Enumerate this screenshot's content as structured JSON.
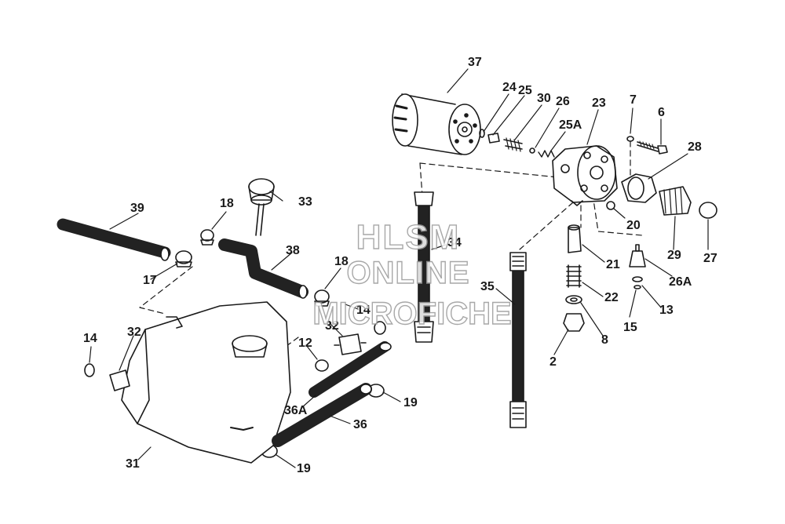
{
  "watermark": {
    "line1": "HLSM",
    "line2": "ONLINE",
    "line3": "MICROFICHE"
  },
  "labels": {
    "p37": "37",
    "p24": "24",
    "p25": "25",
    "p30": "30",
    "p26": "26",
    "p25a": "25A",
    "p23": "23",
    "p7": "7",
    "p6": "6",
    "p28": "28",
    "p20": "20",
    "p29": "29",
    "p27": "27",
    "p33": "33",
    "p39": "39",
    "p18a": "18",
    "p38": "38",
    "p17": "17",
    "p18b": "18",
    "p34": "34",
    "p35": "35",
    "p21": "21",
    "p26a": "26A",
    "p22": "22",
    "p13": "13",
    "p15": "15",
    "p8": "8",
    "p2": "2",
    "p14a": "14",
    "p14b": "14",
    "p32a": "32",
    "p32b": "32",
    "p12": "12",
    "p36a": "36A",
    "p36": "36",
    "p19a": "19",
    "p19b": "19",
    "p31": "31"
  },
  "colors": {
    "ink": "#1a1a1a",
    "hose": "#222222",
    "watermark_stroke": "#9a9a9a"
  }
}
